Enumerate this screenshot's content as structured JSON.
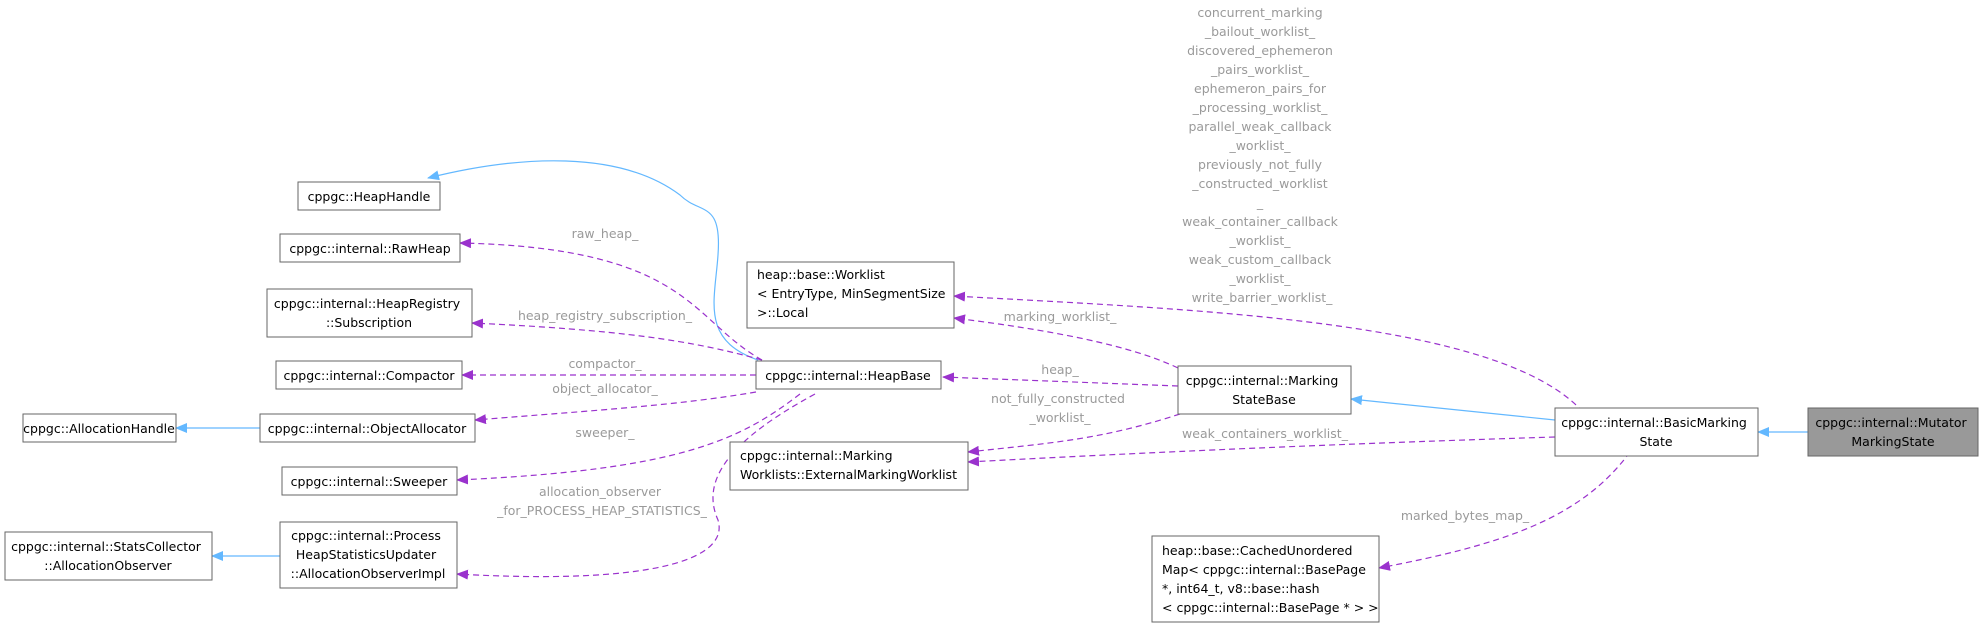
{
  "colors": {
    "inheritance_edge": "#63b8ff",
    "usage_edge": "#9a32cd",
    "highlight_node_fill": "#999999",
    "edge_label": "#9a9a9a"
  },
  "nodes": {
    "heap_handle": [
      "cppgc::HeapHandle"
    ],
    "raw_heap": [
      "cppgc::internal::RawHeap"
    ],
    "heap_registry_subscription": [
      "cppgc::internal::HeapRegistry",
      "::Subscription"
    ],
    "compactor": [
      "cppgc::internal::Compactor"
    ],
    "allocation_handle": [
      "cppgc::AllocationHandle"
    ],
    "object_allocator": [
      "cppgc::internal::ObjectAllocator"
    ],
    "sweeper": [
      "cppgc::internal::Sweeper"
    ],
    "allocation_observer": [
      "cppgc::internal::StatsCollector",
      "::AllocationObserver"
    ],
    "process_heap_statistics_updater": [
      "cppgc::internal::Process",
      "HeapStatisticsUpdater",
      "::AllocationObserverImpl"
    ],
    "worklist_local": [
      "heap::base::Worklist",
      "< EntryType, MinSegmentSize",
      ">::Local"
    ],
    "heap_base": [
      "cppgc::internal::HeapBase"
    ],
    "external_marking_worklist": [
      "cppgc::internal::Marking",
      "Worklists::ExternalMarkingWorklist"
    ],
    "marking_state_base": [
      "cppgc::internal::Marking",
      "StateBase"
    ],
    "basic_marking_state": [
      "cppgc::internal::BasicMarking",
      "State"
    ],
    "mutator_marking_state": [
      "cppgc::internal::Mutator",
      "MarkingState"
    ],
    "cached_unordered_map": [
      "heap::base::CachedUnordered",
      "Map< cppgc::internal::BasePage",
      " *, int64_t, v8::base::hash",
      "< cppgc::internal::BasePage * > >"
    ]
  },
  "edge_labels": {
    "raw_heap": [
      "raw_heap_"
    ],
    "heap_registry_subscription": [
      "heap_registry_subscription_"
    ],
    "compactor": [
      "compactor_"
    ],
    "object_allocator": [
      "object_allocator_"
    ],
    "sweeper": [
      "sweeper_"
    ],
    "allocation_observer": [
      "allocation_observer",
      "_for_PROCESS_HEAP_STATISTICS_"
    ],
    "marking_worklist": [
      "marking_worklist_"
    ],
    "heap": [
      "heap_"
    ],
    "not_fully_constructed": [
      "not_fully_constructed",
      "_worklist_"
    ],
    "weak_containers": [
      "weak_containers_worklist_"
    ],
    "marked_bytes_map": [
      "marked_bytes_map_"
    ],
    "worklists": [
      "concurrent_marking",
      "_bailout_worklist_",
      "discovered_ephemeron",
      "_pairs_worklist_",
      "ephemeron_pairs_for",
      "_processing_worklist_",
      "parallel_weak_callback",
      "_worklist_",
      "previously_not_fully",
      "_constructed_worklist",
      "_",
      "weak_container_callback",
      "_worklist_",
      "weak_custom_callback",
      "_worklist_",
      "write_barrier_worklist_"
    ]
  }
}
